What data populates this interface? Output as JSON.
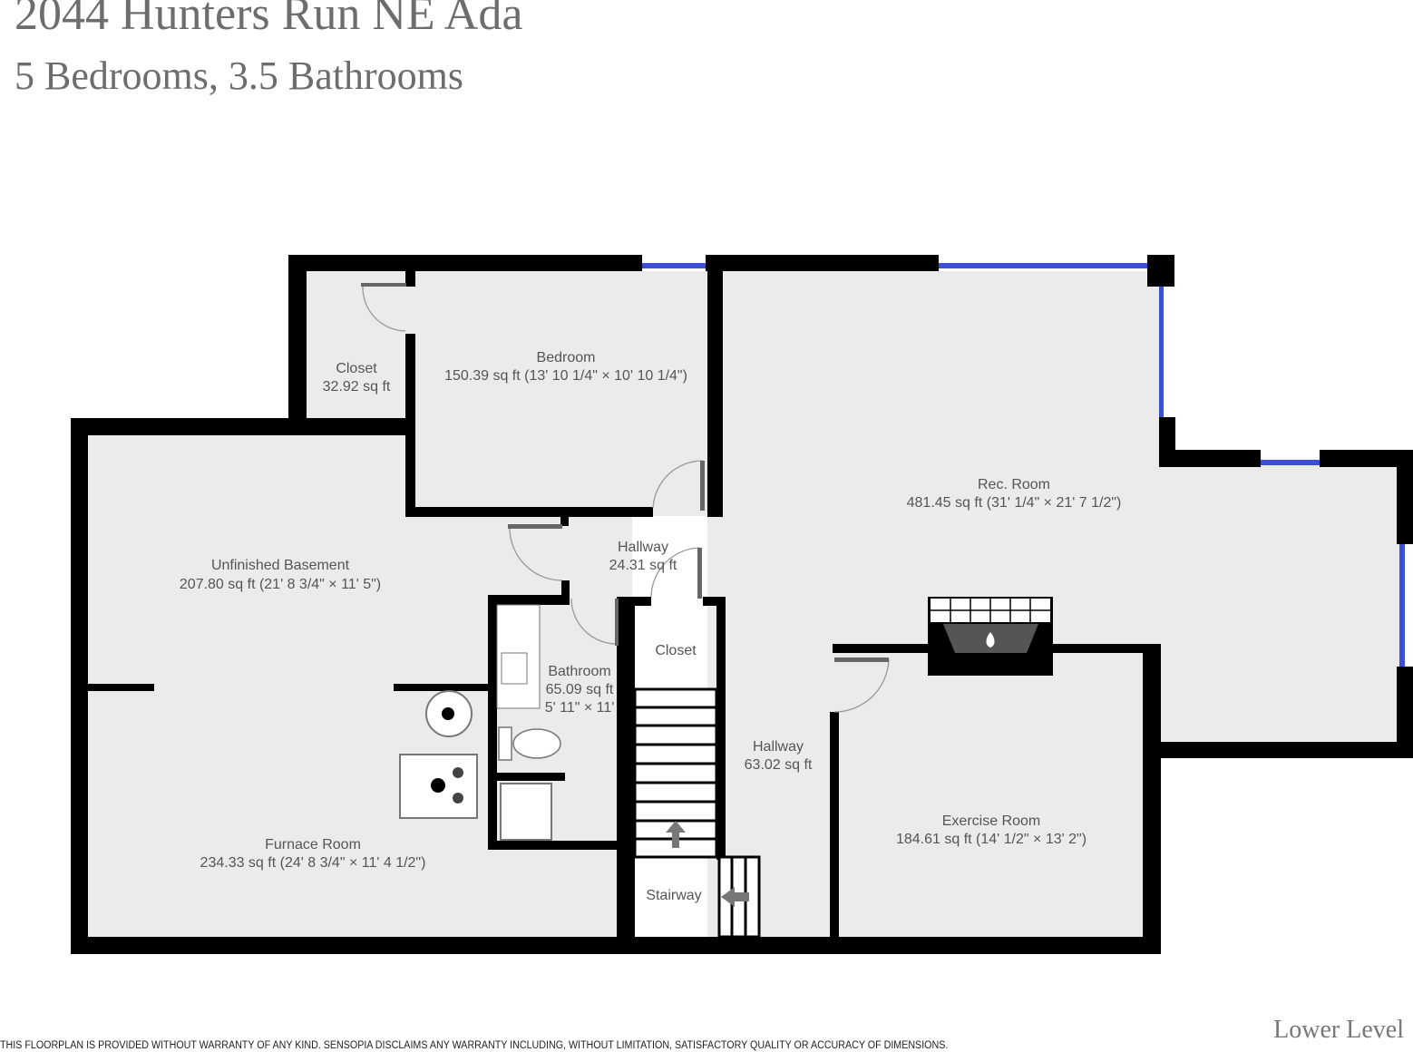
{
  "header": {
    "title": "2044 Hunters Run NE Ada",
    "subtitle": "5 Bedrooms, 3.5 Bathrooms"
  },
  "level": "Lower Level",
  "disclaimer": "THIS FLOORPLAN IS PROVIDED WITHOUT WARRANTY OF ANY KIND. SENSOPIA DISCLAIMS ANY WARRANTY INCLUDING, WITHOUT LIMITATION, SATISFACTORY QUALITY OR ACCURACY OF DIMENSIONS.",
  "colors": {
    "wall": "#000000",
    "floor": "#ebebeb",
    "window": "#3b4fd8",
    "text": "#555555"
  },
  "rooms": {
    "closet1": {
      "name": "Closet",
      "area": "32.92 sq ft"
    },
    "bedroom": {
      "name": "Bedroom",
      "area": "150.39 sq ft (13' 10 1/4\" × 10' 10 1/4\")"
    },
    "rec": {
      "name": "Rec. Room",
      "area": "481.45 sq ft (31' 1/4\" × 21' 7 1/2\")"
    },
    "unfinished": {
      "name": "Unfinished Basement",
      "area": "207.80 sq ft (21' 8 3/4\" × 11' 5\")"
    },
    "hallway1": {
      "name": "Hallway",
      "area": "24.31 sq ft"
    },
    "bathroom": {
      "name": "Bathroom",
      "area": "65.09 sq ft",
      "dims": "5' 11\" × 11'"
    },
    "closet2": {
      "name": "Closet"
    },
    "hallway2": {
      "name": "Hallway",
      "area": "63.02 sq ft"
    },
    "exercise": {
      "name": "Exercise Room",
      "area": "184.61 sq ft (14' 1/2\" × 13' 2\")"
    },
    "furnace": {
      "name": "Furnace Room",
      "area": "234.33 sq ft (24' 8 3/4\" × 11' 4 1/2\")"
    },
    "stairway": {
      "name": "Stairway"
    }
  }
}
